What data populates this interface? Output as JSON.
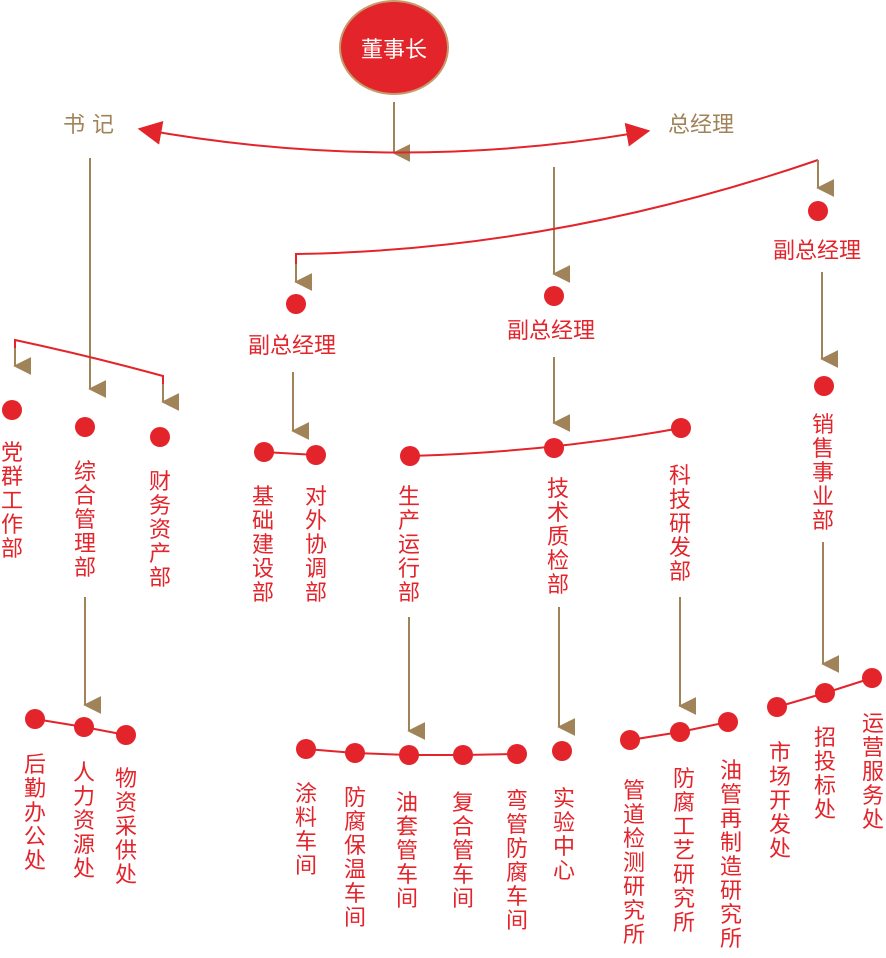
{
  "colors": {
    "red": "#e3242b",
    "gold": "#a08358"
  },
  "root": "董事长",
  "secretary": "书 记",
  "general_manager": "总经理",
  "vp_top": "副总经理",
  "vp_left": "副总经理",
  "vp_mid": "副总经理",
  "sec_units": [
    "党群工作部",
    "综合管理部",
    "财务资产部"
  ],
  "vp_left_units": [
    "基础建设部",
    "对外协调部"
  ],
  "vp_mid_units": [
    "生产运行部",
    "技术质检部",
    "科技研发部"
  ],
  "vp_top_unit": "销售事业部",
  "admin_units": [
    "后勤办公处",
    "人力资源处",
    "物资采供处"
  ],
  "workshops": [
    "涂料车间",
    "防腐保温车间",
    "油套管车间",
    "复合管车间",
    "弯管防腐车间"
  ],
  "lab": "实验中心",
  "institutes": [
    "管道检测研究所",
    "防腐工艺研究所",
    "油管再制造研究所"
  ],
  "sales_offices": [
    "市场开发处",
    "招投标处",
    "运营服务处"
  ]
}
